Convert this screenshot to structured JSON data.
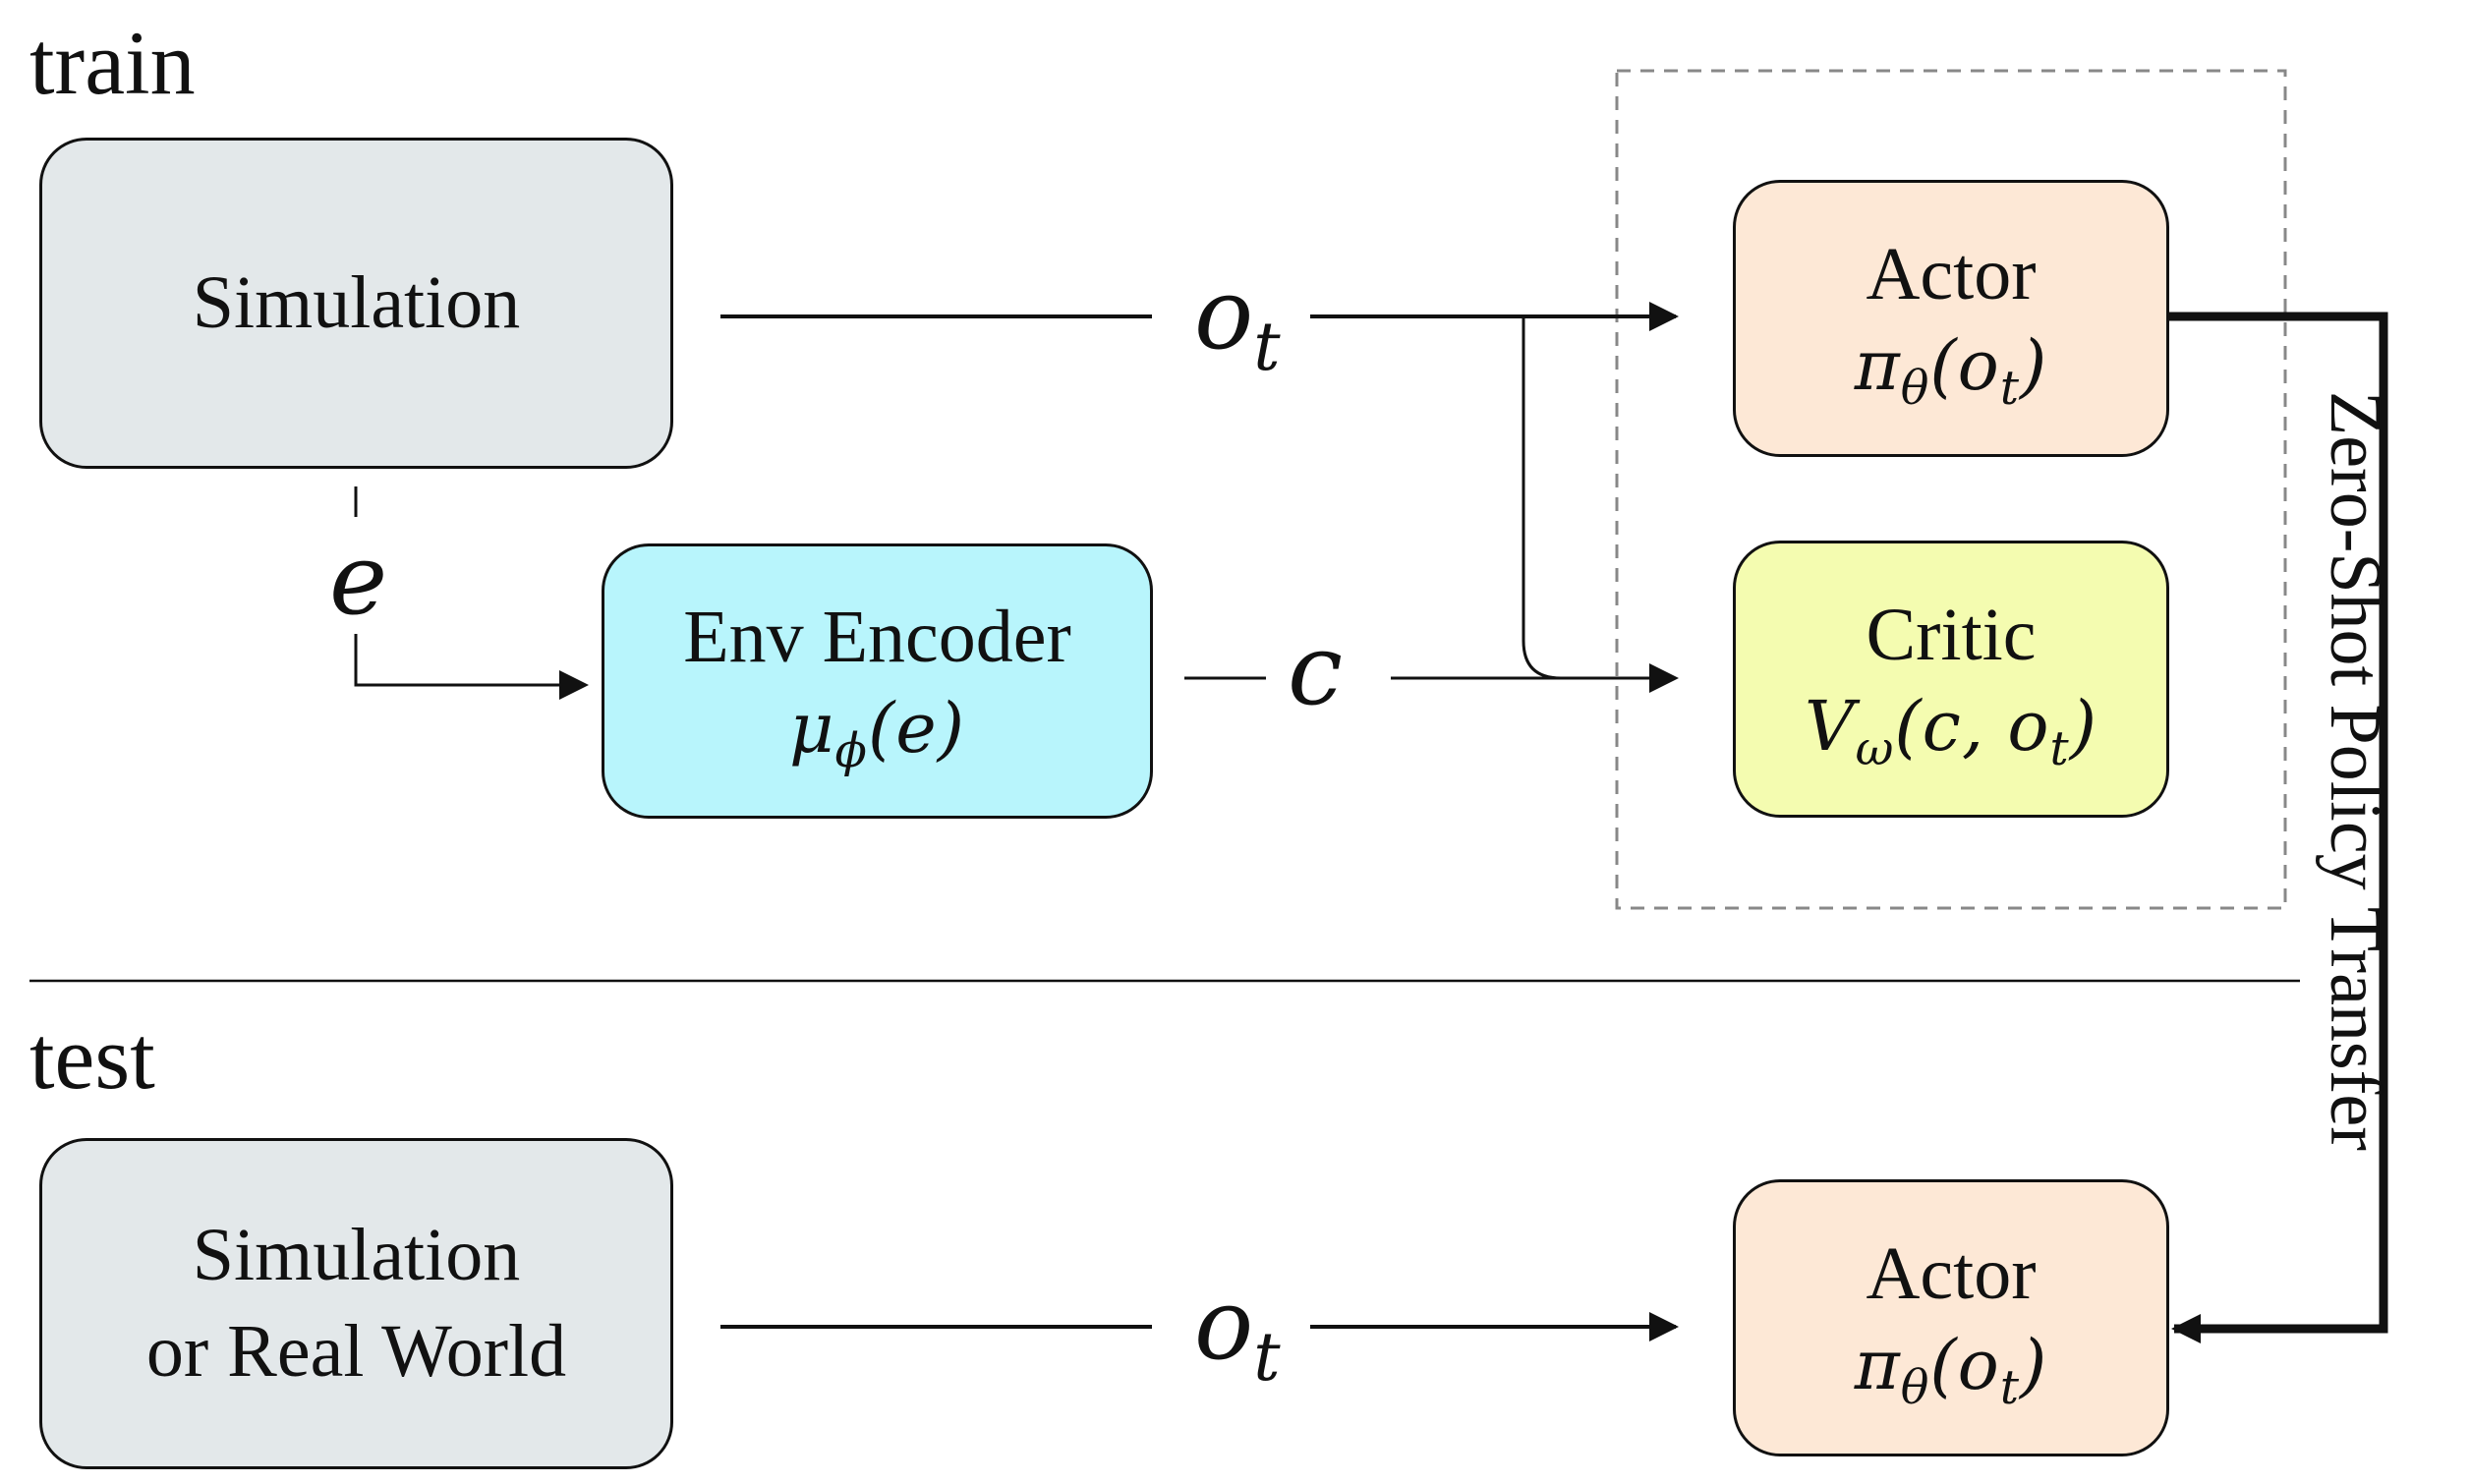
{
  "sections": {
    "train": "train",
    "test": "test"
  },
  "train": {
    "simulation": "Simulation",
    "encoder_title": "Env Encoder",
    "encoder_fn": "μ",
    "encoder_sub": "ϕ",
    "encoder_arg": "(e)",
    "actor_title": "Actor",
    "actor_fn": "π",
    "actor_sub": "θ",
    "actor_arg_open": "(o",
    "actor_arg_sub": "t",
    "actor_arg_close": ")",
    "critic_title": "Critic",
    "critic_fn": "V",
    "critic_sub": "ω",
    "critic_arg_open": "(c, o",
    "critic_arg_sub": "t",
    "critic_arg_close": ")",
    "var_obs": "o",
    "var_obs_sub": "t",
    "var_env": "e",
    "var_context": "c"
  },
  "test": {
    "env_line1": "Simulation",
    "env_line2": "or Real World",
    "actor_title": "Actor",
    "actor_fn": "π",
    "actor_sub": "θ",
    "actor_arg_open": "(o",
    "actor_arg_sub": "t",
    "actor_arg_close": ")",
    "var_obs": "o",
    "var_obs_sub": "t"
  },
  "transfer_label": "Zero-Shot Policy Transfer",
  "colors": {
    "environment_fill": "#e3e8ea",
    "encoder_fill": "#b8f5fc",
    "actor_fill": "#fde8d6",
    "critic_fill": "#f4fcb0",
    "stroke": "#111111",
    "dashed_group": "#888888"
  }
}
